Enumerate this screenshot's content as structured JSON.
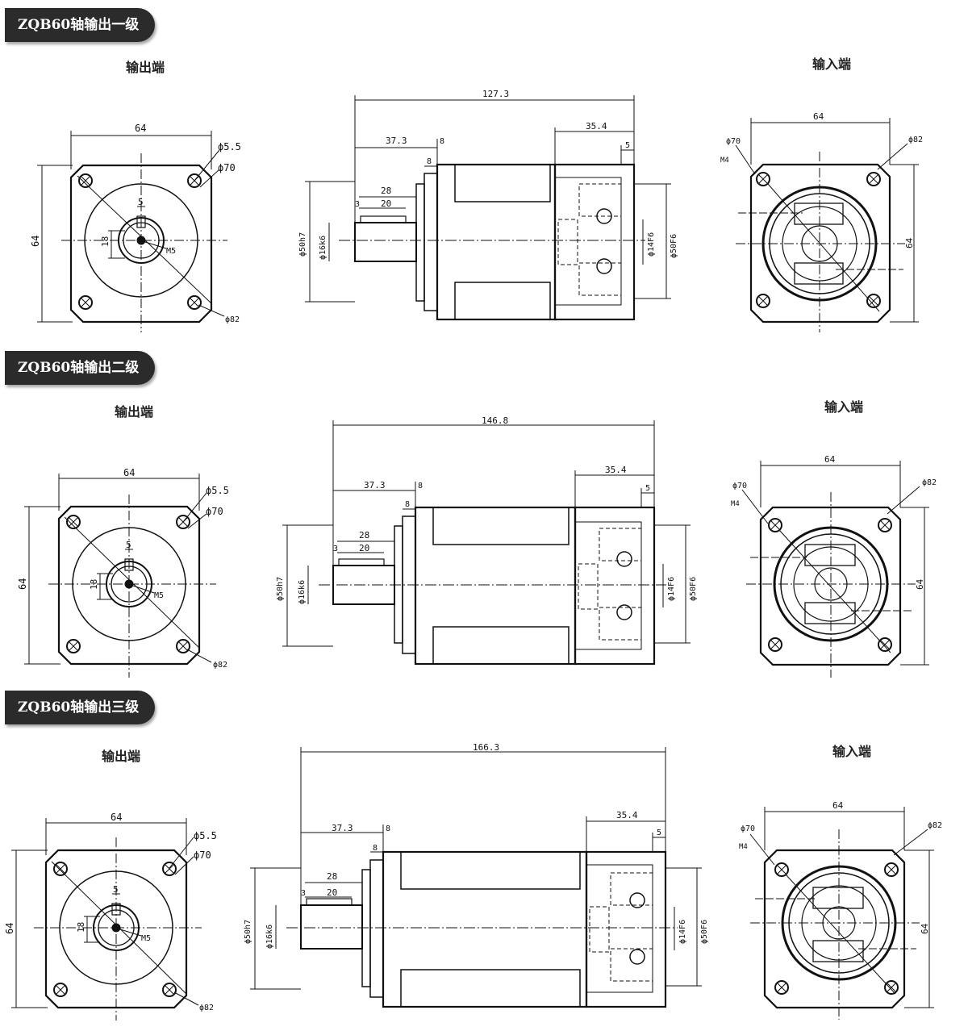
{
  "sections": [
    {
      "title": "ZQB60轴输出一级",
      "output_label": "输出端",
      "input_label": "输入端",
      "dims": {
        "flange_w": "64",
        "flange_h": "64",
        "hole": "ϕ5.5",
        "pcd": "ϕ70",
        "diag": "ϕ82",
        "key": "5",
        "shaft_h": "18",
        "thread": "M5",
        "total_len": "127.3",
        "shaft_len": "37.3",
        "step": "8",
        "step2": "8",
        "key_len": "28",
        "key_inner": "20",
        "key_off": "3",
        "pilot_out": "ϕ50h7",
        "shaft_dia": "ϕ16k6",
        "input_len": "35.4",
        "input_step": "5",
        "bore": "ϕ14F6",
        "pilot_in": "ϕ50F6",
        "in_w": "64",
        "in_h": "64",
        "in_pcd": "ϕ70",
        "in_thread": "M4",
        "in_diag": "ϕ82"
      }
    },
    {
      "title": "ZQB60轴输出二级",
      "output_label": "输出端",
      "input_label": "输入端",
      "dims": {
        "flange_w": "64",
        "flange_h": "64",
        "hole": "ϕ5.5",
        "pcd": "ϕ70",
        "diag": "ϕ82",
        "key": "5",
        "shaft_h": "18",
        "thread": "M5",
        "total_len": "146.8",
        "shaft_len": "37.3",
        "step": "8",
        "step2": "8",
        "key_len": "28",
        "key_inner": "20",
        "key_off": "3",
        "pilot_out": "ϕ50h7",
        "shaft_dia": "ϕ16k6",
        "input_len": "35.4",
        "input_step": "5",
        "bore": "ϕ14F6",
        "pilot_in": "ϕ50F6",
        "in_w": "64",
        "in_h": "64",
        "in_pcd": "ϕ70",
        "in_thread": "M4",
        "in_diag": "ϕ82"
      }
    },
    {
      "title": "ZQB60轴输出三级",
      "output_label": "输出端",
      "input_label": "输入端",
      "dims": {
        "flange_w": "64",
        "flange_h": "64",
        "hole": "ϕ5.5",
        "pcd": "ϕ70",
        "diag": "ϕ82",
        "key": "5",
        "shaft_h": "18",
        "thread": "M5",
        "total_len": "166.3",
        "shaft_len": "37.3",
        "step": "8",
        "step2": "8",
        "key_len": "28",
        "key_inner": "20",
        "key_off": "3",
        "pilot_out": "ϕ50h7",
        "shaft_dia": "ϕ16k6",
        "input_len": "35.4",
        "input_step": "5",
        "bore": "ϕ14F6",
        "pilot_in": "ϕ50F6",
        "in_w": "64",
        "in_h": "64",
        "in_pcd": "ϕ70",
        "in_thread": "M4",
        "in_diag": "ϕ82"
      }
    }
  ]
}
